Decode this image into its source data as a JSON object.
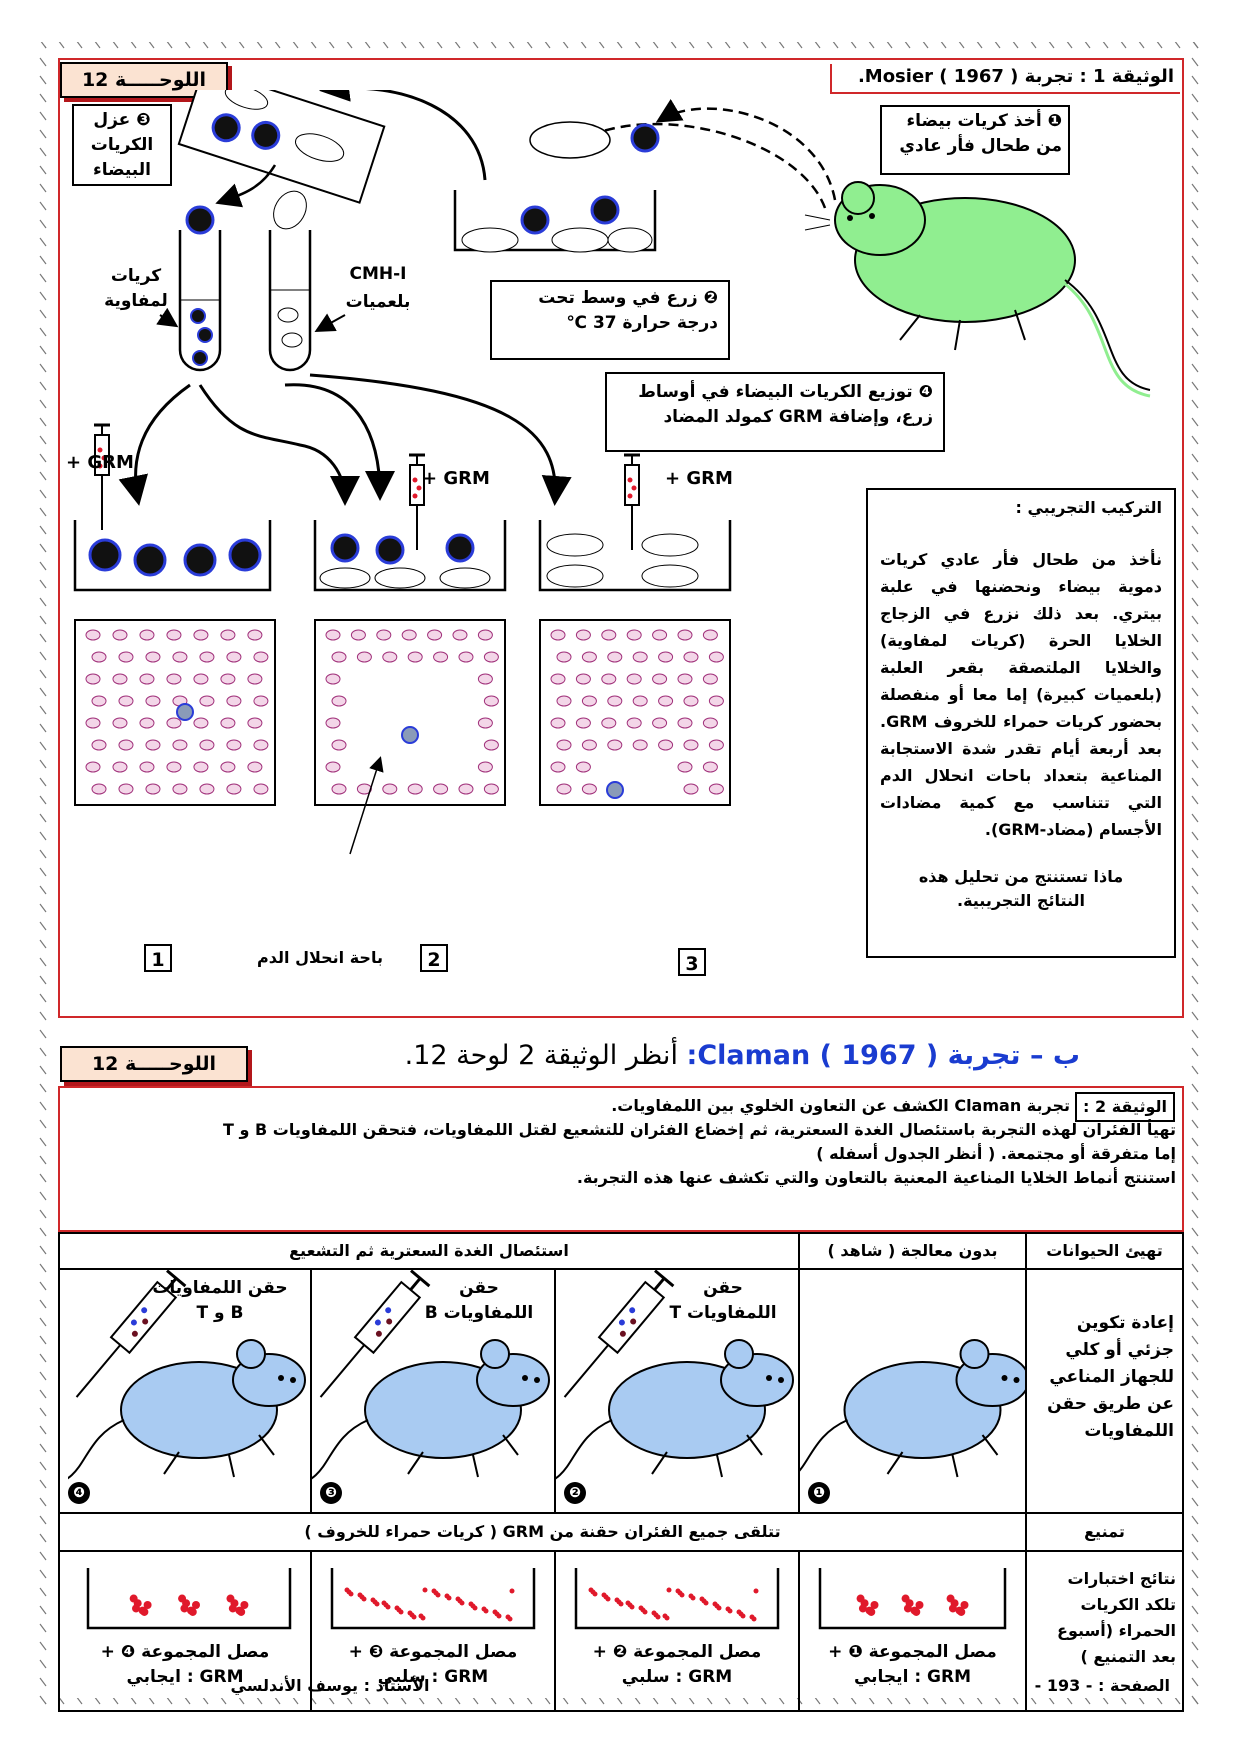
{
  "panel_tag": "اللوحـــــة 12",
  "doc1": {
    "title": "الوثيقة 1 : تجربة Mosier ( 1967 ).",
    "step1": "❶ أخذ كريات بيضاء من طحال فأر عادي",
    "step2": "❷ زرع في وسط تحت درجة حرارة 37 ℃",
    "step3": "❸ عزل الكريات البيضاء",
    "step4": "❹ توزيع الكريات البيضاء في أوساط زرع، وإضافة GRM كمولد المضاد",
    "tube_lymph": "كريات لمفاوية",
    "tube_macro_1": "CMH-I",
    "tube_macro_2": "بلعميات",
    "grm": "+ GRM",
    "setup_title": "التركيب التجريبي :",
    "setup_text": "نأخذ من طحال فأر عادي كريات دموية بيضاء ونحضنها في علبة بيتري. بعد ذلك نزرع في الزجاج الخلايا الحرة (كريات لمفاوية) والخلايا الملتصقة بقعر العلبة (بلعميات كبيرة) إما معا أو منفصلة بحضور كريات حمراء للخروف GRM. بعد أربعة أيام تقدر شدة الاستجابة المناعية بتعداد باحات انحلال الدم التي تتناسب مع كمية مضادات الأجسام (مضاد-GRM).",
    "setup_question": "ماذا تستنتج من تحليل هذه النتائج التجريبية.",
    "hemolysis_label": "باحة انحلال الدم",
    "plates": [
      "1",
      "2",
      "3"
    ]
  },
  "section_b": {
    "heading": "ب – تجربة Claman ( 1967 ):",
    "heading_tail": " أنظر الوثيقة 2 لوحة 12."
  },
  "doc2": {
    "label": "الوثيقة 2 :",
    "line1": "تجربة Claman الكشف عن التعاون الخلوي بين اللمفاويات.",
    "line2": "تهيأ الفئران لهذه التجربة باستئصال الغدة السعترية، ثم إخضاع الفئران للتشعيع لقتل اللمفاويات، فتحقن اللمفاويات B و T",
    "line3": "إما متفرقة أو مجتمعة. ( أنظر الجدول أسفله )",
    "line4": "استنتج أنماط الخلايا المناعية المعنية بالتعاون والتي تكشف عنها هذه التجربة."
  },
  "table": {
    "h_prep": "تهيئ الحيوانات",
    "h_control": "بدون معالجة ( شاهد )",
    "h_thymus": "استئصال الغدة السعترية ثم التشعيع",
    "row1_label": "إعادة تكوين جزئي أو كلي للجهاز المناعي عن طريق حقن اللمفاويات",
    "inject": [
      "",
      "حقن اللمفاويات T",
      "حقن اللمفاويات B",
      "حقن اللمفاويات B و T"
    ],
    "mouse_nums": [
      "❶",
      "❷",
      "❸",
      "❹"
    ],
    "row2_label": "تمنيع",
    "row2_text": "تتلقى جميع الفئران حقنة من GRM ( كريات حمراء للخروف )",
    "row3_label": "نتائج اختبارات تلكد الكريات الحمراء (أسبوع بعد التمنيع )",
    "results": [
      {
        "l1": "مصل المجموعة ❶ +",
        "l2": "GRM : ايجابي"
      },
      {
        "l1": "مصل المجموعة ❷ +",
        "l2": "GRM : سلبي"
      },
      {
        "l1": "مصل المجموعة ❸ +",
        "l2": "GRM : سلبي"
      },
      {
        "l1": "مصل المجموعة ❹ +",
        "l2": "GRM : ايجابي"
      }
    ]
  },
  "footer": {
    "page": "الصفحة : - 193 -",
    "author": "الأستاذ : يوسف الأندلسي"
  },
  "colors": {
    "frame": "#d0282a",
    "mouse_green": "#90ee90",
    "mouse_blue": "#a9cbf2",
    "rbc": "#e0192b"
  }
}
